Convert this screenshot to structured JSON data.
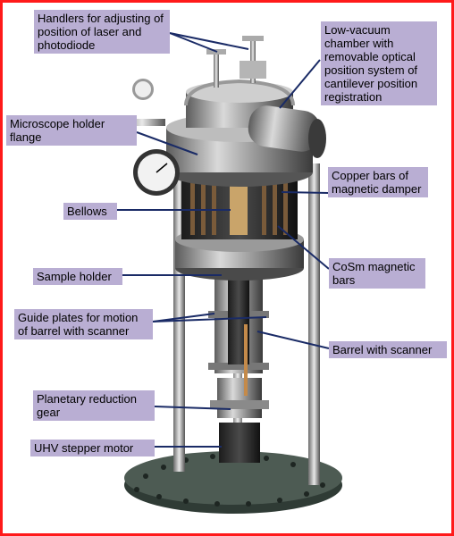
{
  "labels": {
    "handlers": "Handlers for adjusting of position of laser and photodiode",
    "chamber": "Low-vacuum chamber with removable optical position system of cantilever position registration",
    "microscope_flange": "Microscope holder flange",
    "copper_bars": "Copper bars of magnetic damper",
    "bellows": "Bellows",
    "cosm_bars": "CoSm magnetic bars",
    "sample_holder": "Sample holder",
    "guide_plates": "Guide plates for motion of barrel with scanner",
    "barrel": "Barrel with scanner",
    "planetary_gear": "Planetary reduction gear",
    "stepper_motor": "UHV stepper motor"
  },
  "colors": {
    "frame_border": "#ff1a1a",
    "label_fill": "#b9aed3",
    "leader_line": "#1a2b66"
  }
}
